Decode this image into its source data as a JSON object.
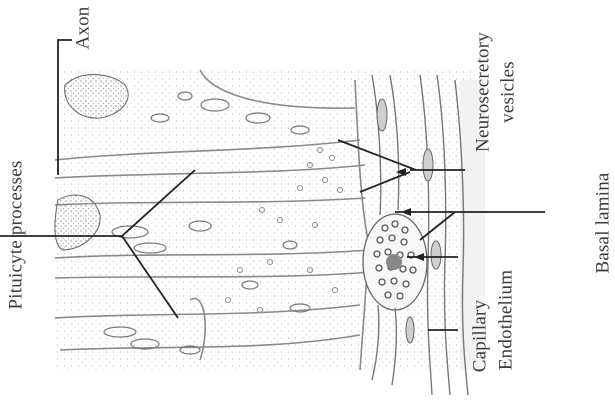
{
  "labels": {
    "axon": "Axon",
    "pituicyte": "Pituicyte processes",
    "neuro_line1": "Neurosecretory",
    "neuro_line2": "vesicles",
    "basal": "Basal lamina",
    "capillary": "Capillary",
    "endothelium": "Endothelium"
  }
}
